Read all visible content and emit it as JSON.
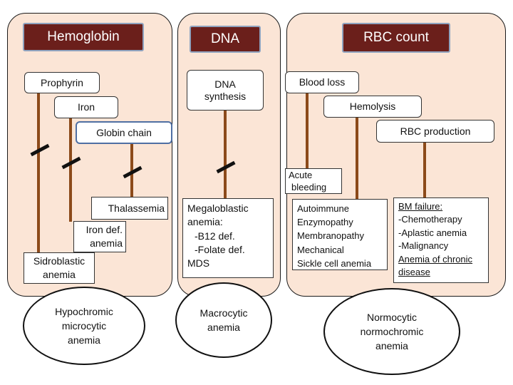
{
  "colors": {
    "panel": "#fbe5d6",
    "header": "#6b1f1b",
    "line": "#8c4a1a",
    "block": "#111111"
  },
  "hemoglobin": {
    "header": "Hemoglobin",
    "prophyrin": "Prophyrin",
    "iron": "Iron",
    "globin_chain": "Globin chain",
    "thalassemia": "Thalassemia",
    "iron_def": [
      "Iron def.",
      "anemia"
    ],
    "sidroblastic": [
      "Sidroblastic",
      "anemia"
    ],
    "result": [
      "Hypochromic",
      "microcytic",
      "anemia"
    ]
  },
  "dna": {
    "header": "DNA",
    "synthesis": [
      "DNA",
      "synthesis"
    ],
    "megaloblastic": [
      "Megaloblastic",
      "anemia:",
      "-B12 def.",
      "-Folate def.",
      "MDS"
    ],
    "result": [
      "Macrocytic",
      "anemia"
    ]
  },
  "rbc": {
    "header": "RBC count",
    "blood_loss": "Blood loss",
    "hemolysis": "Hemolysis",
    "rbc_production": "RBC production",
    "acute_bleeding": [
      "Acute",
      "bleeding"
    ],
    "hemolytic_causes": [
      "Autoimmune",
      "Enzymopathy",
      "Membranopathy",
      "Mechanical",
      "Sickle cell anemia"
    ],
    "bm_failure": [
      "BM failure:",
      "-Chemotherapy",
      "-Aplastic anemia",
      "-Malignancy",
      "Anemia of chronic",
      "disease"
    ],
    "result": [
      "Normocytic",
      "normochromic",
      "anemia"
    ]
  }
}
